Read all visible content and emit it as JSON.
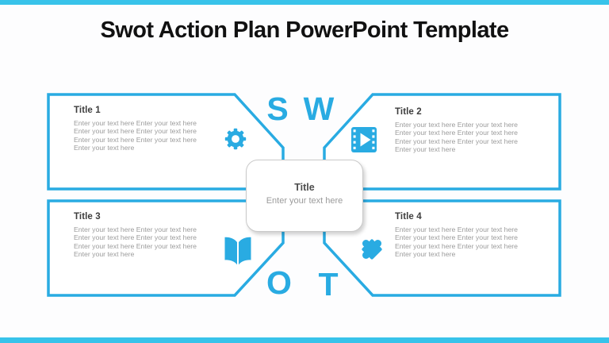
{
  "slide": {
    "title": "Swot Action Plan PowerPoint Template"
  },
  "colors": {
    "accent_blue": "#29ABE2",
    "bar_cyan": "#38C3EA",
    "title_text": "#111111",
    "heading_text": "#3d3d3d",
    "body_text": "#9b9b9b",
    "card_border": "#c9c9c9"
  },
  "letters": {
    "s": "S",
    "w": "W",
    "o": "O",
    "t": "T"
  },
  "quadrants": [
    {
      "title": "Title 1",
      "icon": "gear-icon",
      "lines": [
        "Enter your text here Enter your text here",
        "Enter your text here Enter your text here",
        "Enter your text here Enter your text here",
        "Enter your text here"
      ]
    },
    {
      "title": "Title 2",
      "icon": "film-icon",
      "lines": [
        "Enter your text here Enter your text here",
        "Enter your text here Enter your text here",
        "Enter your text here Enter your text here",
        "Enter your text here"
      ]
    },
    {
      "title": "Title 3",
      "icon": "book-icon",
      "lines": [
        "Enter your text here Enter your text here",
        "Enter your text here Enter your text here",
        "Enter your text here Enter your text here",
        "Enter your text here"
      ]
    },
    {
      "title": "Title 4",
      "icon": "puzzle-icon",
      "lines": [
        "Enter your text here Enter your text here",
        "Enter your text here Enter your text here",
        "Enter your text here Enter your text here",
        "Enter your text here"
      ]
    }
  ],
  "center_card": {
    "title": "Title",
    "subtitle": "Enter your text here"
  }
}
